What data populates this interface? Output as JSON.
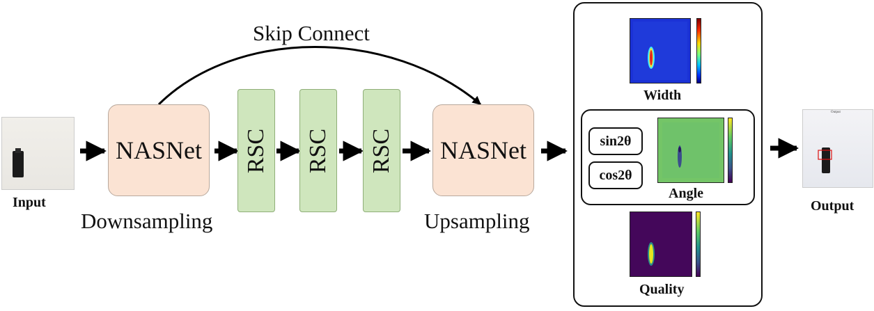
{
  "input": {
    "label": "Input"
  },
  "output": {
    "label": "Output",
    "tiny_header": "Output"
  },
  "encoder": {
    "label": "NASNet",
    "caption": "Downsampling"
  },
  "decoder": {
    "label": "NASNet",
    "caption": "Upsampling"
  },
  "rsc_blocks": [
    {
      "label": "RSC"
    },
    {
      "label": "RSC"
    },
    {
      "label": "RSC"
    }
  ],
  "skip": {
    "label": "Skip Connect"
  },
  "heads": {
    "width": {
      "label": "Width"
    },
    "angle": {
      "label": "Angle",
      "sin_label": "sin2θ",
      "cos_label": "cos2θ"
    },
    "quality": {
      "label": "Quality"
    }
  },
  "colors": {
    "peach_fill": "#fbe3d3",
    "green_fill": "#cfe6bd",
    "jet_blue": "#1a2fd4",
    "viridis_green": "#6cc26a",
    "viridis_purple": "#46085a"
  }
}
